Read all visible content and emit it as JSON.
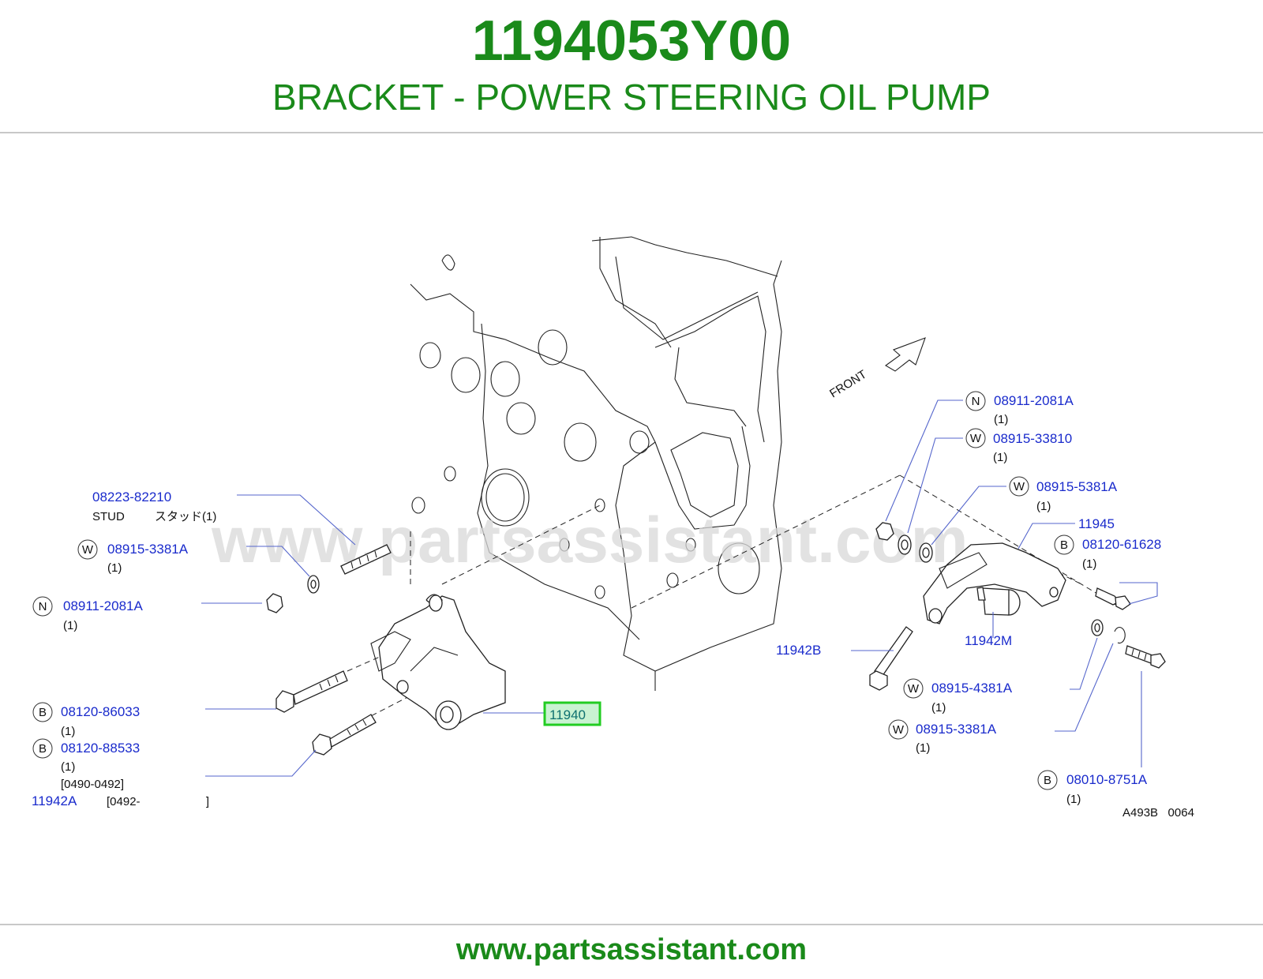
{
  "header": {
    "part_number": "1194053Y00",
    "description": "BRACKET - POWER STEERING OIL PUMP"
  },
  "footer": {
    "url": "www.partsassistant.com"
  },
  "watermark": "www.partsassistant.com",
  "colors": {
    "brand_green": "#1a8a1a",
    "part_link_blue": "#1a2bcc",
    "highlight_green": "#22cc22"
  },
  "diagram": {
    "front_label": "FRONT",
    "ref_code": "A493B   0064",
    "callouts": {
      "stud_pn": "08223-82210",
      "stud_label": "STUD",
      "stud_jp": "スタッド(1)",
      "w_left_pn": "08915-3381A",
      "w_left_qty": "(1)",
      "n_left_pn": "08911-2081A",
      "n_left_qty": "(1)",
      "b1_pn": "08120-86033",
      "b1_qty": "(1)",
      "b2_pn": "08120-88533",
      "b2_qty": "(1)",
      "b2_range": "[0490-0492]",
      "p11942a": "11942A",
      "p11942a_range": "[0492-                    ]",
      "p11940": "11940",
      "n_right_pn": "08911-2081A",
      "n_right_qty": "(1)",
      "w_r1_pn": "08915-33810",
      "w_r1_qty": "(1)",
      "w_r2_pn": "08915-5381A",
      "w_r2_qty": "(1)",
      "p11945": "11945",
      "b_r1_pn": "08120-61628",
      "b_r1_qty": "(1)",
      "p11942m": "11942M",
      "p11942b": "11942B",
      "w_r3_pn": "08915-4381A",
      "w_r3_qty": "(1)",
      "w_r4_pn": "08915-3381A",
      "w_r4_qty": "(1)",
      "b_r2_pn": "08010-8751A",
      "b_r2_qty": "(1)"
    },
    "badges": {
      "nut": "N",
      "washer": "W",
      "bolt": "B"
    }
  }
}
